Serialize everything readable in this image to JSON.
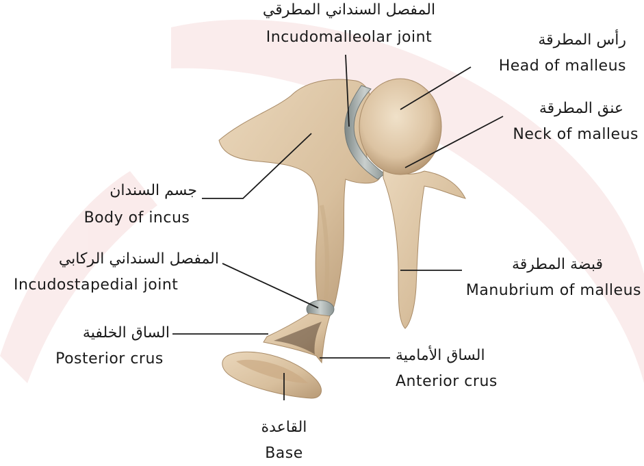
{
  "labels": {
    "incudomalleolar": {
      "ar": "المفصل السنداني المطرقي",
      "en": "Incudomalleolar joint"
    },
    "head_malleus": {
      "ar": "رأس المطرقة",
      "en": "Head of malleus"
    },
    "neck_malleus": {
      "ar": "عنق المطرقة",
      "en": "Neck of malleus"
    },
    "body_incus": {
      "ar": "جسم السندان",
      "en": "Body of incus"
    },
    "incudostapedial": {
      "ar": "المفصل السنداني الركابي",
      "en": "Incudostapedial joint"
    },
    "manubrium": {
      "ar": "قبضة المطرقة",
      "en": "Manubrium of malleus"
    },
    "posterior_crus": {
      "ar": "الساق الخلفية",
      "en": "Posterior crus"
    },
    "anterior_crus": {
      "ar": "الساق الأمامية",
      "en": "Anterior crus"
    },
    "base": {
      "ar": "القاعدة",
      "en": "Base"
    }
  },
  "colors": {
    "bone": "#dcc3a2",
    "bone_shadow": "#b89a76",
    "bone_highlight": "#f0e1c9",
    "cartilage": "#9fa9a8",
    "leader": "#1a1a1a",
    "watermark": "#f6d9d9"
  }
}
